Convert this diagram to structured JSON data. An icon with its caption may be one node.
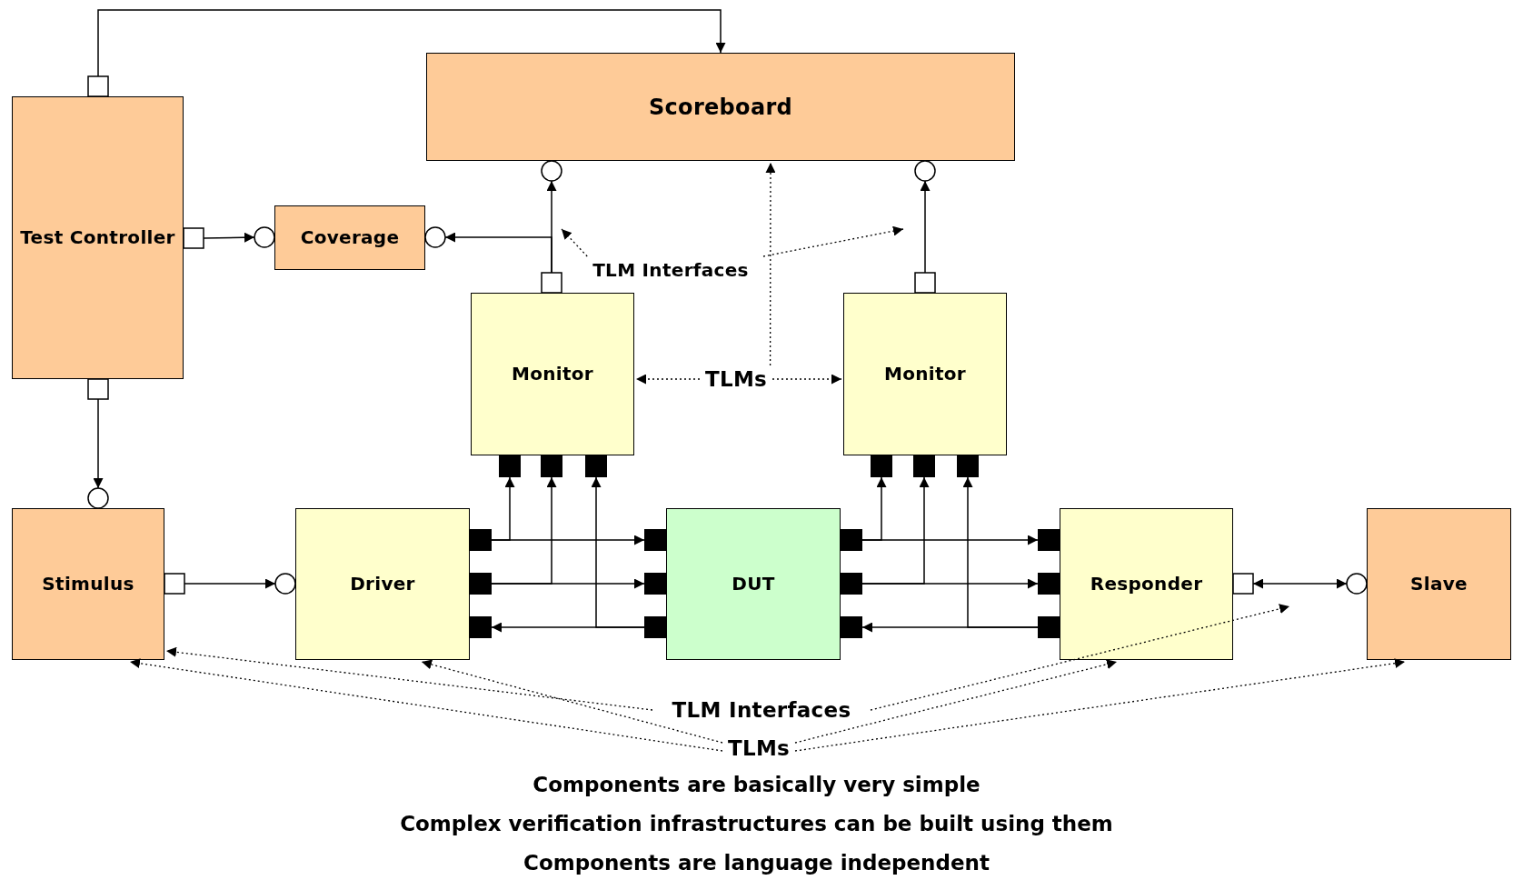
{
  "diagram": {
    "nodes": [
      {
        "text": [
          "Test Controller"
        ]
      },
      {
        "text": [
          "Scoreboard"
        ]
      },
      {
        "text": [
          "Coverage"
        ]
      },
      {
        "text": [
          "TLM Interfaces"
        ]
      },
      {
        "text": [
          "Monitor"
        ]
      },
      {
        "text": [
          "TLMs"
        ]
      },
      {
        "text": [
          "Monitor"
        ]
      },
      {
        "text": [
          "Stimulus"
        ]
      },
      {
        "text": [
          "Driver"
        ]
      },
      {
        "text": [
          "DUT"
        ]
      },
      {
        "text": [
          "Responder"
        ]
      },
      {
        "text": [
          "Slave"
        ]
      },
      {
        "text": [
          "TLM Interfaces"
        ]
      },
      {
        "text": [
          "TLMs"
        ]
      }
    ],
    "edges": [
      {
        "from": 0,
        "to": 1,
        "arrow": "to"
      },
      {
        "from": 0,
        "to": 2,
        "arrow": "to"
      },
      {
        "from": 4,
        "to": 1,
        "arrow": "to"
      },
      {
        "from": 4,
        "to": 2,
        "arrow": "to"
      },
      {
        "from": 6,
        "to": 1,
        "arrow": "to"
      },
      {
        "from": 0,
        "to": 7,
        "arrow": "to"
      },
      {
        "from": 7,
        "to": 8,
        "arrow": "to"
      },
      {
        "from": 8,
        "to": 9,
        "arrow": "to"
      },
      {
        "from": 8,
        "to": 9,
        "arrow": "to"
      },
      {
        "from": 9,
        "to": 8,
        "arrow": "to"
      },
      {
        "from": 8,
        "to": 4,
        "arrow": "to"
      },
      {
        "from": 8,
        "to": 4,
        "arrow": "to"
      },
      {
        "from": 9,
        "to": 4,
        "arrow": "to"
      },
      {
        "from": 9,
        "to": 10,
        "arrow": "to"
      },
      {
        "from": 9,
        "to": 10,
        "arrow": "to"
      },
      {
        "from": 10,
        "to": 9,
        "arrow": "to"
      },
      {
        "from": 9,
        "to": 6,
        "arrow": "to"
      },
      {
        "from": 9,
        "to": 6,
        "arrow": "to"
      },
      {
        "from": 10,
        "to": 6,
        "arrow": "to"
      },
      {
        "from": 10,
        "to": 11,
        "arrow": "both"
      },
      {
        "from": 3,
        "to": null,
        "arrow": "to",
        "style": "dashed"
      },
      {
        "from": 3,
        "to": null,
        "arrow": "to",
        "style": "dashed"
      },
      {
        "from": 5,
        "to": 4,
        "arrow": "to",
        "style": "dashed"
      },
      {
        "from": 5,
        "to": 6,
        "arrow": "to",
        "style": "dashed"
      },
      {
        "from": 5,
        "to": 1,
        "arrow": "to",
        "style": "dashed"
      },
      {
        "from": 12,
        "to": 7,
        "arrow": "to",
        "style": "dashed"
      },
      {
        "from": 12,
        "to": null,
        "arrow": "to",
        "style": "dashed"
      },
      {
        "from": 13,
        "to": 7,
        "arrow": "to",
        "style": "dashed"
      },
      {
        "from": 13,
        "to": 8,
        "arrow": "to",
        "style": "dashed"
      },
      {
        "from": 13,
        "to": 10,
        "arrow": "to",
        "style": "dashed"
      },
      {
        "from": 13,
        "to": 11,
        "arrow": "to",
        "style": "dashed"
      }
    ],
    "labels": [
      "Components are basically very simple",
      "Complex verification infrastructures can be built using them",
      "Components are language independent"
    ]
  }
}
